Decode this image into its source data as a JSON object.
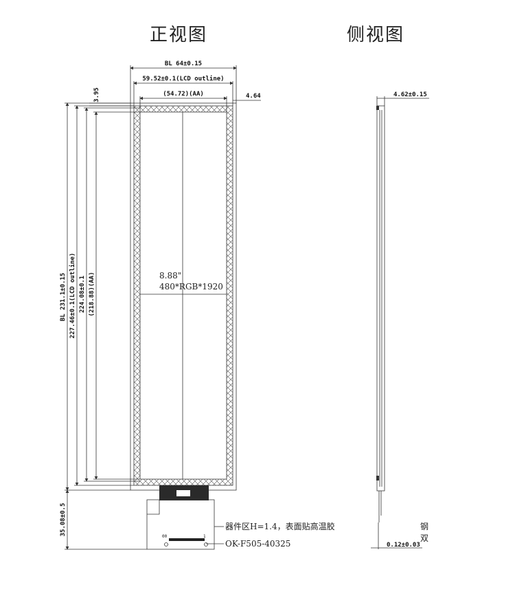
{
  "titles": {
    "front_view": "正视图",
    "side_view": "侧视图"
  },
  "dimensions": {
    "bl_width": "BL 64±0.15",
    "lcd_outline_width": "59.52±0.1(LCD outline)",
    "aa_width": "(54.72)(AA)",
    "right_margin": "4.64",
    "top_margin": "3.95",
    "bl_height": "BL 231.1±0.15",
    "lcd_outline_height": "227.46±0.1(LCD outline)",
    "inner_height": "224.08±0.1",
    "aa_height": "(218.88)(AA)",
    "fpc_length": "35.08±0.5",
    "side_thickness": "4.62±0.15",
    "side_bottom": "0.12±0.03"
  },
  "panel": {
    "size": "8.88\"",
    "resolution": "480*RGB*1920"
  },
  "notes": {
    "component_area": "器件区H=1.4，表面贴高温胶",
    "part_number": "OK-F505-40325",
    "side_note_1": "钢",
    "side_note_2": "双"
  },
  "fpc_labels": {
    "pin_first": "00",
    "pin_last": "1"
  }
}
